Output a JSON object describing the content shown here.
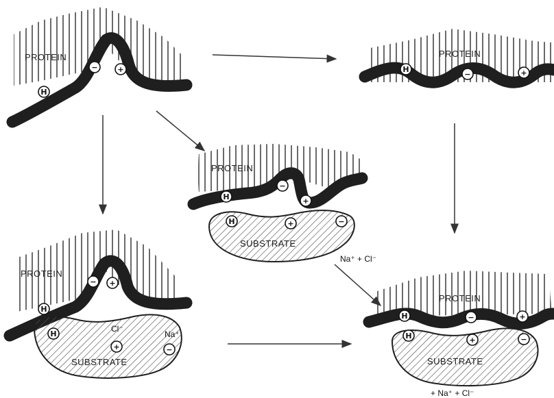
{
  "labels": {
    "protein": "PROTEIN",
    "substrate": "SUBSTRATE"
  },
  "charges": {
    "hydrophobic": "H",
    "negative": "−",
    "positive": "+"
  },
  "ions": {
    "chloride": "Cl⁻",
    "sodium": "Na⁺",
    "released_salt": "Na⁺ + Cl⁻",
    "released_bottom": "+   Na⁺   + Cl⁻"
  },
  "colors": {
    "chain": "#1f1f1f",
    "hatch": "#444444",
    "text": "#222222"
  }
}
